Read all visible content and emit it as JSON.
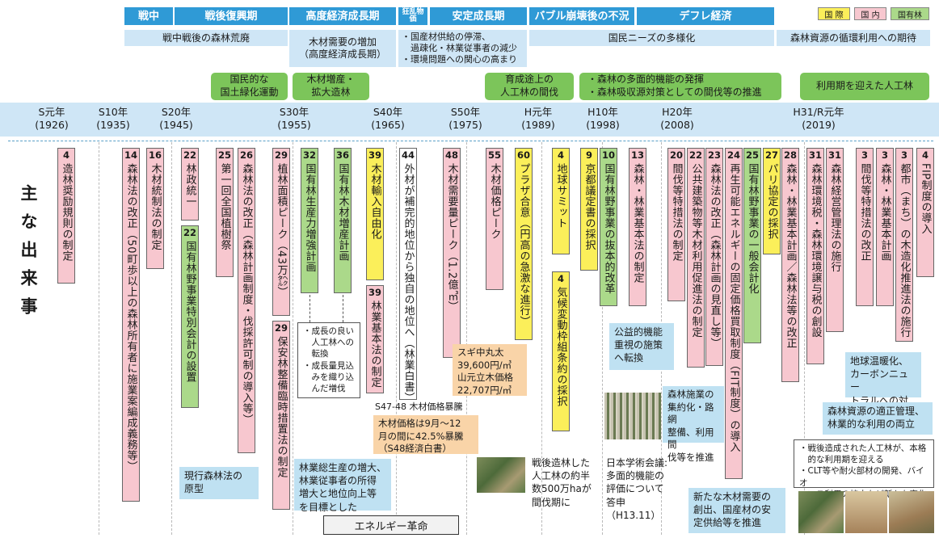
{
  "eras": [
    {
      "label": "戦中"
    },
    {
      "label": "戦後復興期"
    },
    {
      "label": "高度経済成長期"
    },
    {
      "label": "狂乱物価"
    },
    {
      "label": "安定成長期"
    },
    {
      "label": "バブル崩壊後の不況"
    },
    {
      "label": "デフレ経済"
    }
  ],
  "legend": [
    "国 際",
    "国 内",
    "国有林"
  ],
  "bands": [
    {
      "label": "戦中戦後の森林荒廃"
    },
    {
      "label": "木材需要の増加\n（高度経済成長期）"
    },
    {
      "label": "・国産材供給の停滞、\n　過疎化・林業従事者の減少\n・環境問題への関心の高まり"
    },
    {
      "label": "国民ニーズの多様化"
    },
    {
      "label": "森林資源の循環利用への期待"
    }
  ],
  "green_bands": [
    {
      "label": "国民的な\n国土緑化運動"
    },
    {
      "label": "木材増産・\n拡大造林"
    },
    {
      "label": "育成途上の\n人工林の間伐"
    },
    {
      "label": "・森林の多面的機能の発揮\n・森林吸収源対策としての間伐等の推進"
    },
    {
      "label": "利用期を迎えた人工林"
    }
  ],
  "years": [
    {
      "label": "S元年\n(1926)"
    },
    {
      "label": "S10年\n(1935)"
    },
    {
      "label": "S20年\n(1945)"
    },
    {
      "label": "S30年\n(1955)"
    },
    {
      "label": "S40年\n(1965)"
    },
    {
      "label": "S50年\n(1975)"
    },
    {
      "label": "H元年\n(1989)"
    },
    {
      "label": "H10年\n(1998)"
    },
    {
      "label": "H20年\n(2008)"
    },
    {
      "label": "H31/R元年\n(2019)"
    }
  ],
  "main_label": "主な出来事",
  "events": [
    {
      "num": "4",
      "text": "造林奨励規則の制定",
      "kind": "domestic"
    },
    {
      "num": "14",
      "text": "森林法の改正（50町歩以上の森林所有者に施業案編成義務等）",
      "kind": "domestic"
    },
    {
      "num": "16",
      "text": "木材統制法の制定",
      "kind": "domestic"
    },
    {
      "num": "22",
      "text": "林政統一",
      "kind": "domestic"
    },
    {
      "num": "22",
      "text": "国有林野事業特別会計の設置",
      "kind": "national"
    },
    {
      "num": "25",
      "text": "第一回全国植樹祭",
      "kind": "domestic"
    },
    {
      "num": "26",
      "text": "森林法の改正（森林計画制度・伐採許可制の導入等）",
      "kind": "domestic"
    },
    {
      "num": "29",
      "text": "植林面積ピーク（43万㌶）",
      "kind": "domestic"
    },
    {
      "num": "29",
      "text": "保安林整備臨時措置法の制定",
      "kind": "domestic"
    },
    {
      "num": "32",
      "text": "国有林生産力増強計画",
      "kind": "national"
    },
    {
      "num": "36",
      "text": "国有林木材増産計画",
      "kind": "national"
    },
    {
      "num": "39",
      "text": "木材輸入自由化",
      "kind": "domestic"
    },
    {
      "num": "39",
      "text": "林業基本法の制定",
      "kind": "domestic"
    },
    {
      "num": "44",
      "text": "外材が補完的地位から独自の地位へ（林業白書）",
      "kind": "plain"
    },
    {
      "num": "48",
      "text": "木材需要量ピーク（1.2億㎥）",
      "kind": "domestic"
    },
    {
      "num": "55",
      "text": "木材価格ピーク",
      "kind": "domestic"
    },
    {
      "num": "60",
      "text": "プラザ合意（円高の急激な進行）",
      "kind": "international"
    },
    {
      "num": "4",
      "text": "地球サミット",
      "kind": "international"
    },
    {
      "num": "4",
      "text": "気候変動枠組条約の採択",
      "kind": "international"
    },
    {
      "num": "9",
      "text": "京都議定書の採択",
      "kind": "international"
    },
    {
      "num": "10",
      "text": "国有林野事業の抜本的改革",
      "kind": "national"
    },
    {
      "num": "13",
      "text": "森林・林業基本法の制定",
      "kind": "domestic"
    },
    {
      "num": "20",
      "text": "間伐等特措法の制定",
      "kind": "domestic"
    },
    {
      "num": "22",
      "text": "公共建築物等木材利用促進法の制定",
      "kind": "domestic"
    },
    {
      "num": "23",
      "text": "森林法の改正（森林計画の見直し等）",
      "kind": "domestic"
    },
    {
      "num": "24",
      "text": "再生可能エネルギーの固定価格買取制度（FIT制度）の導入",
      "kind": "domestic"
    },
    {
      "num": "25",
      "text": "国有林野事業の一般会計化",
      "kind": "national"
    },
    {
      "num": "27",
      "text": "パリ協定の採択",
      "kind": "international"
    },
    {
      "num": "28",
      "text": "森林・林業基本計画／森林法等の改正",
      "kind": "domestic"
    },
    {
      "num": "31",
      "text": "森林環境税・森林環境譲与税の創設",
      "kind": "domestic"
    },
    {
      "num": "31",
      "text": "森林経営管理法の施行",
      "kind": "domestic"
    },
    {
      "num": "3",
      "text": "間伐等特措法の改正",
      "kind": "domestic"
    },
    {
      "num": "3",
      "text": "森林・林業基本計画",
      "kind": "domestic"
    },
    {
      "num": "3",
      "text": "都市（まち）の木造化推進法の施行",
      "kind": "domestic"
    },
    {
      "num": "4",
      "text": "FIP制度の導入",
      "kind": "domestic"
    }
  ],
  "notes": {
    "genkou": "現行森林法の\n原型",
    "seichou": "・成長の良い\n　人工林への\n　転換\n・成長量見込\n　みを織り込\n　んだ増伐",
    "s47_title": "S47-48 木材価格暴騰",
    "s47_body": "木材価格は9月～12\n月の間に42.5%暴騰\n（S48経済白書）",
    "rinka": "林業総生産の増大、\n林業従事者の所得\n増大と地位向上等\nを目標とした",
    "energy": "エネルギー革命",
    "sugi": "スギ中丸太\n39,600円/㎥\n山元立木価格\n22,707円/㎥",
    "sengo": "戦後造林した\n人工林の約半\n数500万haが\n間伐期に",
    "koeki": "公益的機能\n重視の施策\nへ転換",
    "gakujutsu": "日本学術会議:\n多面的機能の\n評価について\n答申（H13.11）",
    "shugyo": "森林施業の\n集約化・路網\n整備、利用間\n伐等を推進",
    "aratana": "新たな木材需要の\n創出、国産材の安\n定供給等を推進",
    "ondanka": "地球温暖化、\nカーボンニュー\nトラルへの対応",
    "tekisei": "森林資源の適正管理、\n林業的な利用の両立",
    "sengozou": "・戦後造成された人工林が、本格\n　的な利用期を迎える\n・CLT等や耐火部材の開発、バイオ\n　マス利用の拡大など新たな変化"
  },
  "colors": {
    "era": "#2f9ad6",
    "band": "#cfe6f6",
    "green": "#7cc55a",
    "domestic": "#f7c7cf",
    "international": "#fbef5a",
    "national": "#abd98a"
  }
}
